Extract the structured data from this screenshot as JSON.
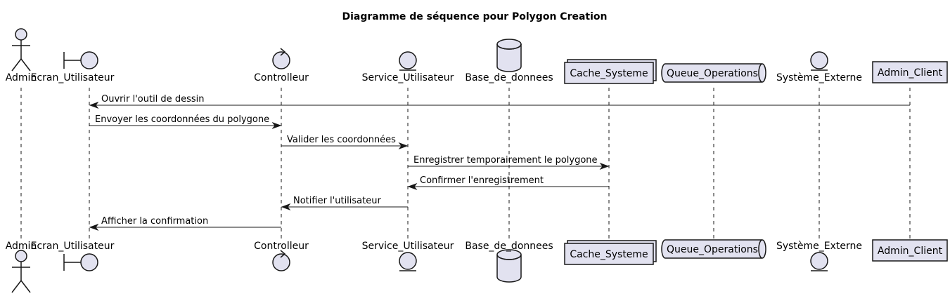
{
  "title": "Diagramme de séquence pour Polygon Creation",
  "colors": {
    "participant_fill": "#E2E2F0",
    "stroke": "#181818",
    "text": "#000000"
  },
  "participants": [
    {
      "id": "admin",
      "label": "Admin",
      "kind": "actor"
    },
    {
      "id": "ecran",
      "label": "Ecran_Utilisateur",
      "kind": "boundary"
    },
    {
      "id": "ctrl",
      "label": "Controlleur",
      "kind": "control"
    },
    {
      "id": "service",
      "label": "Service_Utilisateur",
      "kind": "entity"
    },
    {
      "id": "bdd",
      "label": "Base_de_donnees",
      "kind": "database"
    },
    {
      "id": "cache",
      "label": "Cache_Systeme",
      "kind": "collections"
    },
    {
      "id": "queue",
      "label": "Queue_Operations",
      "kind": "queue"
    },
    {
      "id": "ext",
      "label": "Système_Externe",
      "kind": "entity"
    },
    {
      "id": "client",
      "label": "Admin_Client",
      "kind": "participant"
    }
  ],
  "messages": [
    {
      "from": "client",
      "to": "ecran",
      "label": "Ouvrir l'outil de dessin"
    },
    {
      "from": "ecran",
      "to": "ctrl",
      "label": "Envoyer les coordonnées du polygone"
    },
    {
      "from": "ctrl",
      "to": "service",
      "label": "Valider les coordonnées"
    },
    {
      "from": "service",
      "to": "cache",
      "label": "Enregistrer temporairement le polygone"
    },
    {
      "from": "cache",
      "to": "service",
      "label": "Confirmer l'enregistrement"
    },
    {
      "from": "service",
      "to": "ctrl",
      "label": "Notifier l'utilisateur"
    },
    {
      "from": "ctrl",
      "to": "ecran",
      "label": "Afficher la confirmation"
    }
  ]
}
